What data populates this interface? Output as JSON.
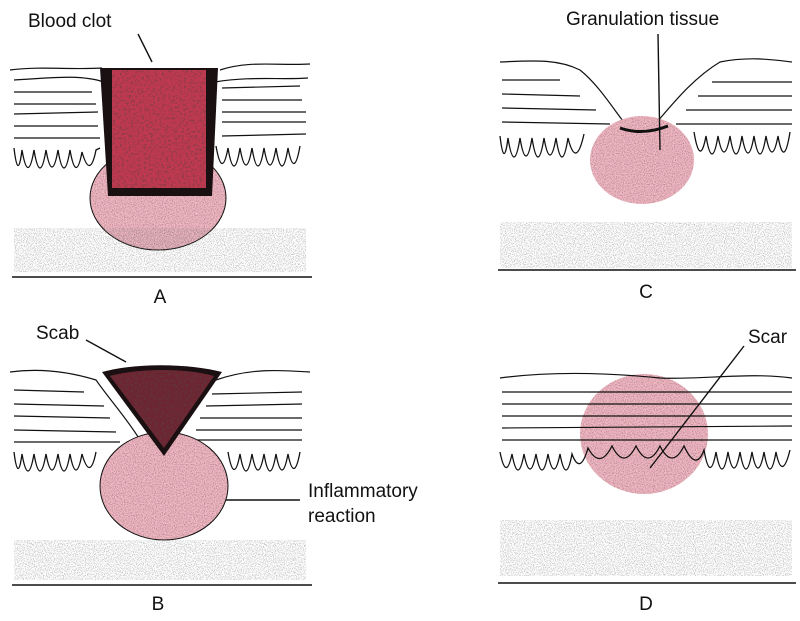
{
  "labels": {
    "blood_clot": "Blood clot",
    "granulation_tissue": "Granulation tissue",
    "scab": "Scab",
    "inflammatory_reaction_line1": "Inflammatory",
    "inflammatory_reaction_line2": "reaction",
    "scar": "Scar"
  },
  "panels": {
    "a": "A",
    "b": "B",
    "c": "C",
    "d": "D"
  },
  "colors": {
    "tissue_pink": "#f2b8c3",
    "clot_red": "#c0394f",
    "clot_dark": "#1a1012",
    "ink": "#111111"
  }
}
